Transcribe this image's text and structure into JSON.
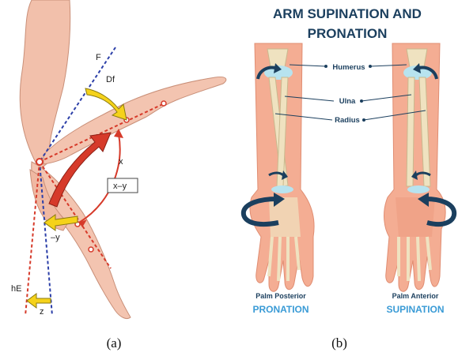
{
  "panel_a": {
    "labels": {
      "F": "F",
      "Df": "Df",
      "x": "x",
      "x_minus_y": "x–y",
      "neg_y": "–y",
      "hE": "hE",
      "z": "z"
    },
    "caption": "(a)"
  },
  "panel_b": {
    "title_line1": "ARM SUPINATION AND",
    "title_line2": "PRONATION",
    "bone_labels": {
      "humerus": "Humerus",
      "ulna": "Ulna",
      "radius": "Radius"
    },
    "left": {
      "sub": "Palm Posterior",
      "main": "PRONATION"
    },
    "right": {
      "sub": "Palm Anterior",
      "main": "SUPINATION"
    },
    "caption": "(b)"
  },
  "colors": {
    "skin": "#f4ad93",
    "skin_dark": "#e08d72",
    "bone": "#efe2c0",
    "cartilage": "#b7e3ef",
    "navy": "#1b3f5e",
    "accent_blue": "#3a9bd6",
    "red": "#d63a2a",
    "yellow": "#f5d21a",
    "dashed_blue": "#2c3fa8"
  }
}
